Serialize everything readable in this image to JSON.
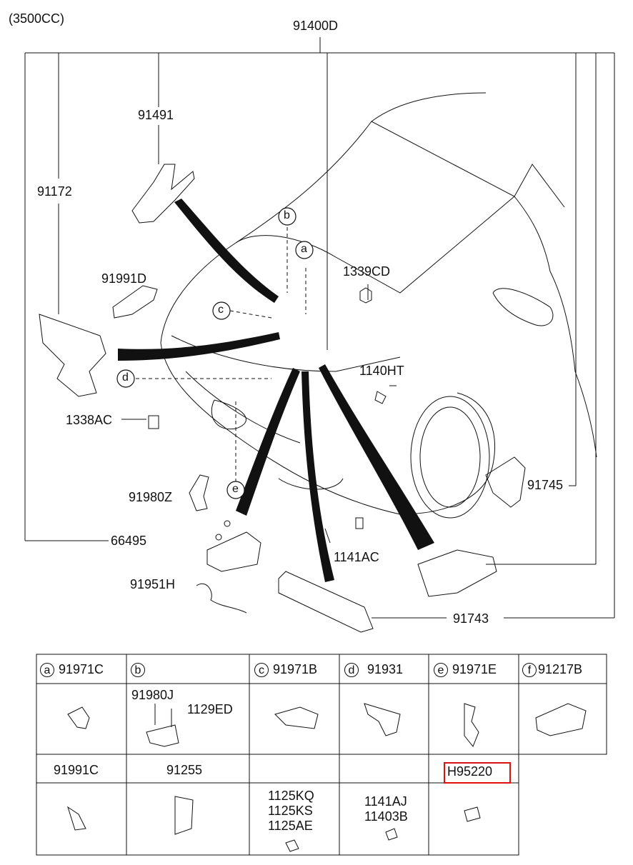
{
  "header": {
    "engine": "(3500CC)",
    "main_part": "91400D"
  },
  "callouts": {
    "p91491": "91491",
    "p91172": "91172",
    "p91991D": "91991D",
    "p1339CD": "1339CD",
    "p1140HT": "1140HT",
    "p1338AC": "1338AC",
    "p91980Z": "91980Z",
    "p66495": "66495",
    "p1141AC": "1141AC",
    "p91951H": "91951H",
    "p91745": "91745",
    "p91743": "91743"
  },
  "letters": [
    "a",
    "b",
    "c",
    "d",
    "e",
    "f"
  ],
  "table": {
    "row1": [
      {
        "letter": "a",
        "part": "91971C"
      },
      {
        "letter": "b",
        "part": ""
      },
      {
        "letter": "c",
        "part": "91971B"
      },
      {
        "letter": "d",
        "part": "91931"
      },
      {
        "letter": "e",
        "part": "91971E"
      },
      {
        "letter": "f",
        "part": "91217B"
      }
    ],
    "b_parts": [
      "91980J",
      "1129ED"
    ],
    "row3": [
      "91991C",
      "91255",
      "",
      "",
      "H95220"
    ],
    "c2_parts": [
      "1125KQ",
      "1125KS",
      "1125AE"
    ],
    "d2_parts": [
      "1141AJ",
      "11403B"
    ]
  },
  "colors": {
    "highlight": "#dd1111"
  }
}
